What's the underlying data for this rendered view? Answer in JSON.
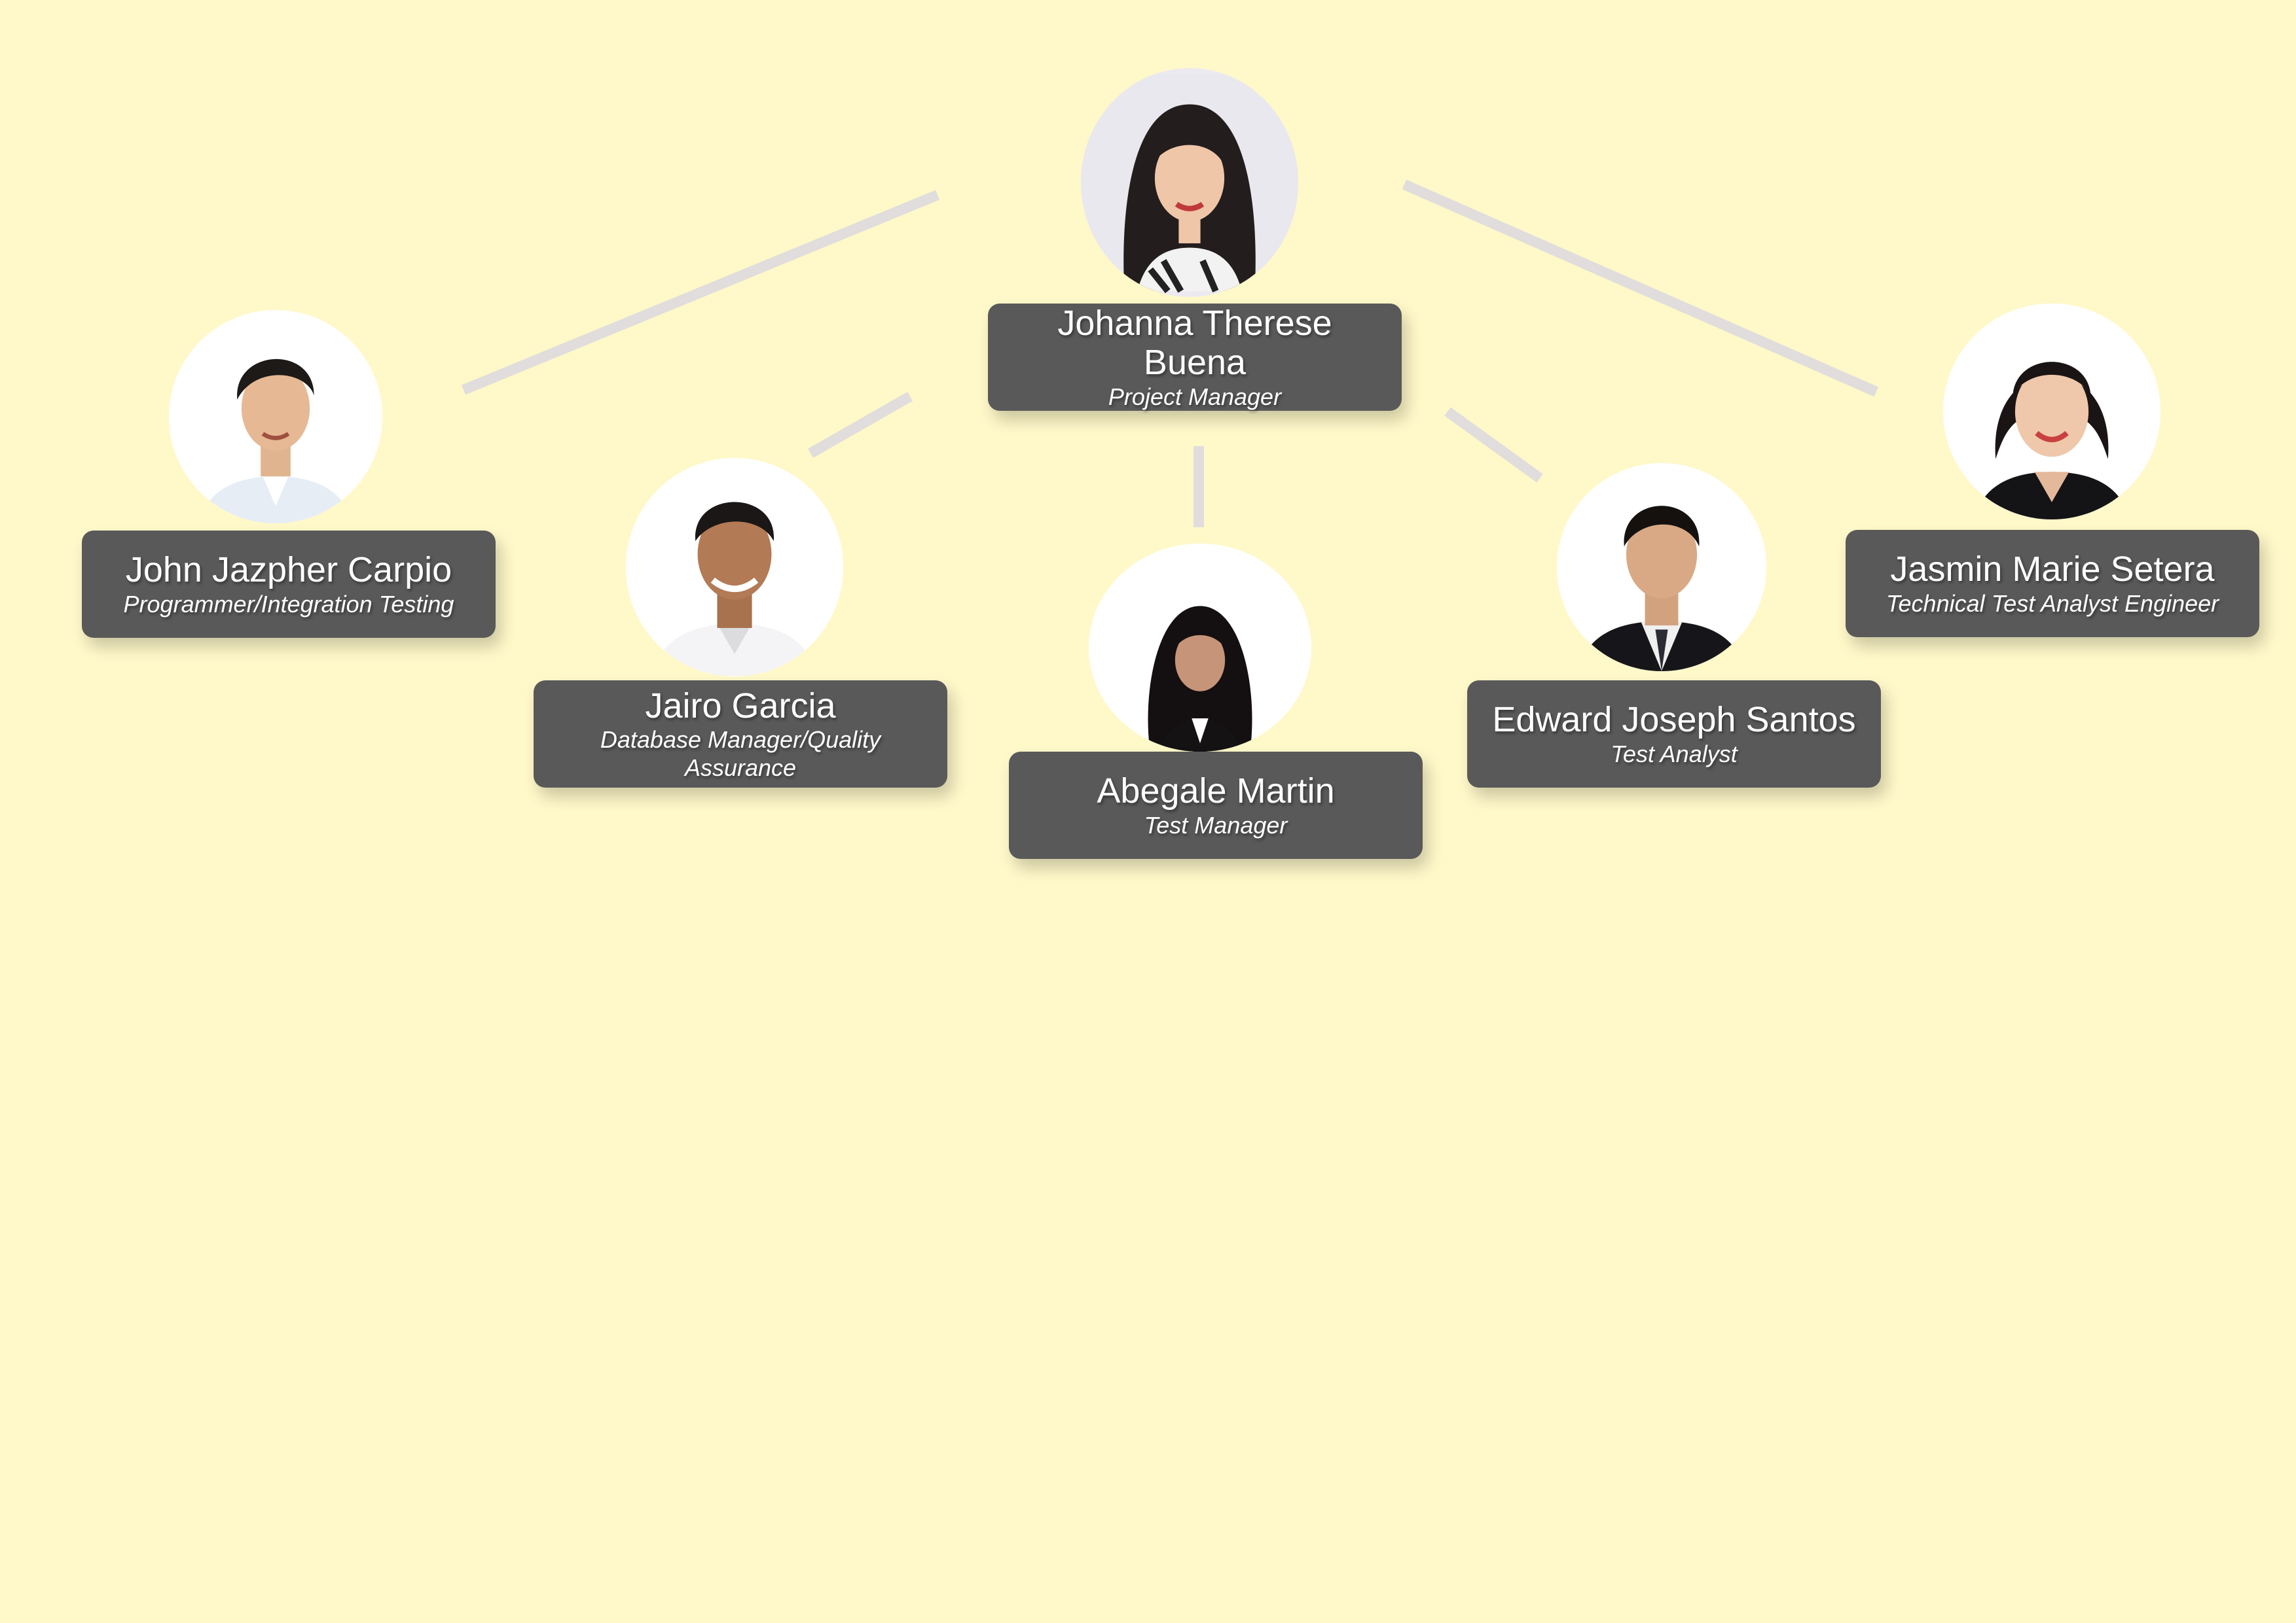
{
  "org_chart": {
    "colors": {
      "background": "#fff8c9",
      "card": "#595959",
      "card_text": "#ffffff",
      "connector": "#e0dddc"
    },
    "members": [
      {
        "id": "buena",
        "name": "Johanna Therese Buena",
        "role": "Project Manager",
        "level": "head",
        "photo": "portrait-woman-long-dark-hair"
      },
      {
        "id": "carpio",
        "name": "John Jazpher Carpio",
        "role": "Programmer/Integration Testing",
        "reports_to": "buena",
        "photo": "portrait-man-short-dark-hair"
      },
      {
        "id": "garcia",
        "name": "Jairo Garcia",
        "role": "Database Manager/Quality Assurance",
        "reports_to": "buena",
        "photo": "portrait-man-smiling"
      },
      {
        "id": "martin",
        "name": "Abegale Martin",
        "role": "Test Manager",
        "reports_to": "buena",
        "photo": "portrait-woman-long-dark-hair"
      },
      {
        "id": "santos",
        "name": "Edward Joseph Santos",
        "role": "Test Analyst",
        "reports_to": "buena",
        "photo": "portrait-man-suit-tie"
      },
      {
        "id": "setera",
        "name": "Jasmin Marie Setera",
        "role": "Technical Test Analyst Engineer",
        "reports_to": "buena",
        "photo": "portrait-woman-bob-hair"
      }
    ]
  }
}
